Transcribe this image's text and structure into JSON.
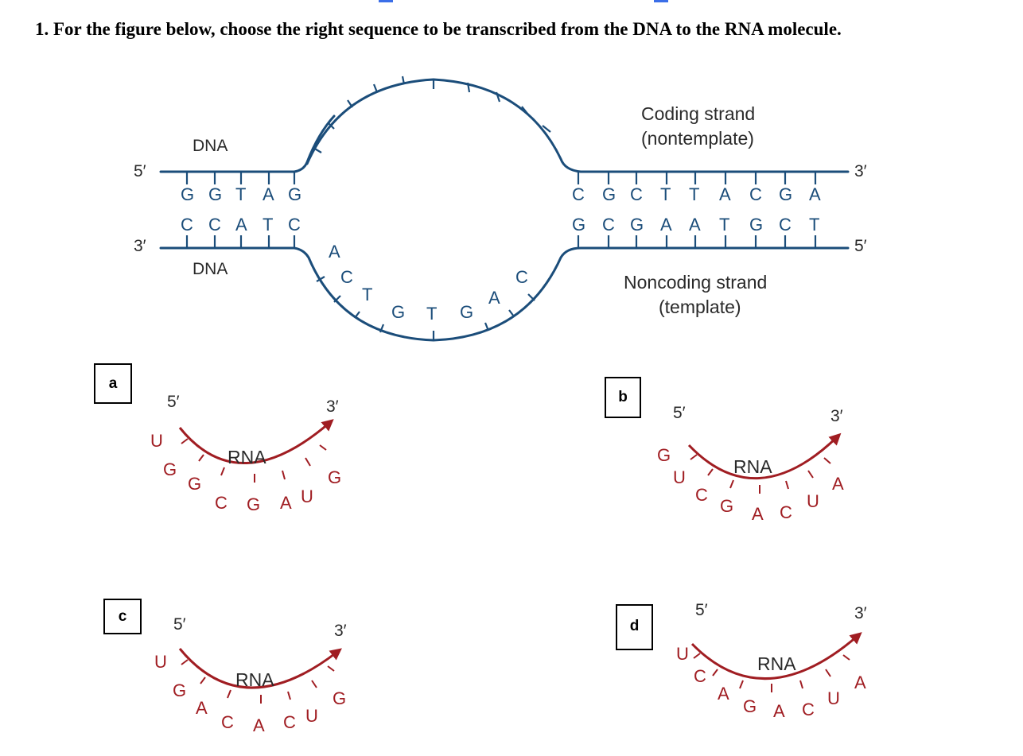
{
  "question": {
    "text": "1. For the figure below, choose the right sequence to be transcribed from the DNA to the RNA molecule."
  },
  "figure": {
    "dna_label_top": "DNA",
    "dna_label_bottom": "DNA",
    "five_prime": "5′",
    "three_prime": "3′",
    "left_top_bases": [
      "G",
      "G",
      "T",
      "A",
      "G"
    ],
    "left_bottom_bases": [
      "C",
      "C",
      "A",
      "T",
      "C"
    ],
    "right_top_bases": [
      "C",
      "G",
      "C",
      "T",
      "T",
      "A",
      "C",
      "G",
      "A"
    ],
    "right_bottom_bases": [
      "G",
      "C",
      "G",
      "A",
      "A",
      "T",
      "G",
      "C",
      "T"
    ],
    "bubble_bases": [
      "A",
      "C",
      "T",
      "G",
      "T",
      "G",
      "A",
      "C"
    ],
    "coding_strand": [
      "Coding strand",
      "(nontemplate)"
    ],
    "noncoding_strand": [
      "Noncoding strand",
      "(template)"
    ]
  },
  "options": [
    {
      "letter": "a",
      "rna_label": "RNA",
      "five": "5′",
      "three": "3′",
      "bases": [
        "U",
        "G",
        "G",
        "C",
        "G",
        "A",
        "U",
        "G"
      ]
    },
    {
      "letter": "b",
      "rna_label": "RNA",
      "five": "5′",
      "three": "3′",
      "bases": [
        "G",
        "U",
        "C",
        "G",
        "A",
        "C",
        "U",
        "A"
      ]
    },
    {
      "letter": "c",
      "rna_label": "RNA",
      "five": "5′",
      "three": "3′",
      "bases": [
        "U",
        "G",
        "A",
        "C",
        "A",
        "C",
        "U",
        "G"
      ]
    },
    {
      "letter": "d",
      "rna_label": "RNA",
      "five": "5′",
      "three": "3′",
      "bases": [
        "U",
        "C",
        "A",
        "G",
        "A",
        "C",
        "U",
        "A"
      ]
    }
  ],
  "colors": {
    "dna": "#1b4d7a",
    "rna": "#a01d22",
    "marker": "#3b6ee8"
  }
}
